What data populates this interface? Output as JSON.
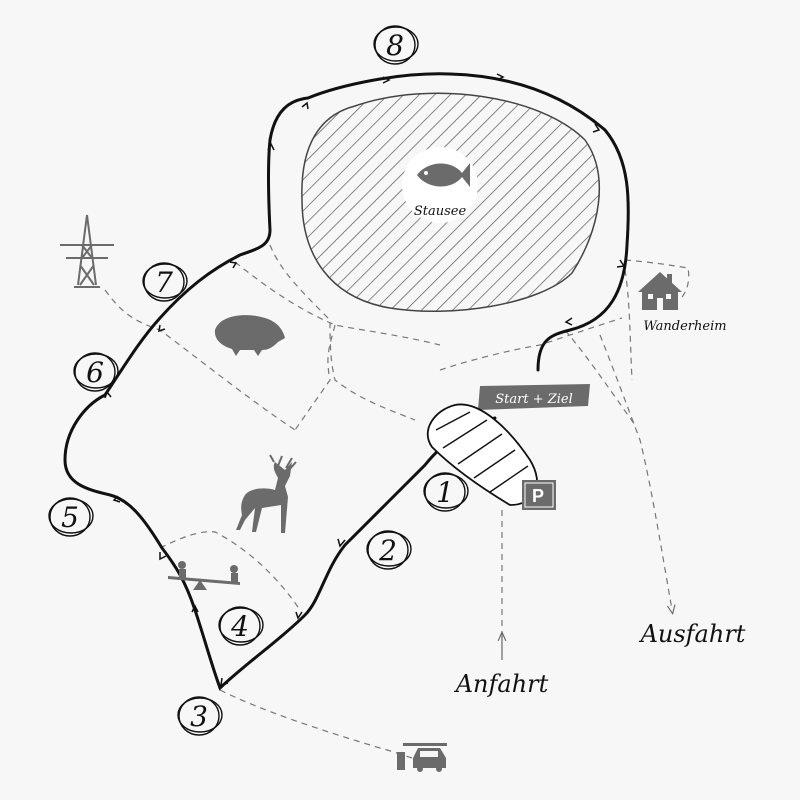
{
  "map": {
    "lake_label": "Stausee",
    "start_sign": "Start + Ziel",
    "hostel_label": "Wanderheim",
    "arrival_label": "Anfahrt",
    "exit_label": "Ausfahrt",
    "parking_symbol": "P",
    "stations": [
      "1",
      "2",
      "3",
      "4",
      "5",
      "6",
      "7",
      "8"
    ]
  },
  "colors": {
    "background": "#f7f7f7",
    "route": "#111111",
    "dashed_path": "#777777",
    "icon": "#6b6b6b",
    "lake_hatch": "#555555"
  },
  "icons": [
    "fish-icon",
    "boar-icon",
    "deer-icon",
    "seesaw-icon",
    "power-pylon-icon",
    "house-icon",
    "parking-icon",
    "barrier-car-icon"
  ]
}
